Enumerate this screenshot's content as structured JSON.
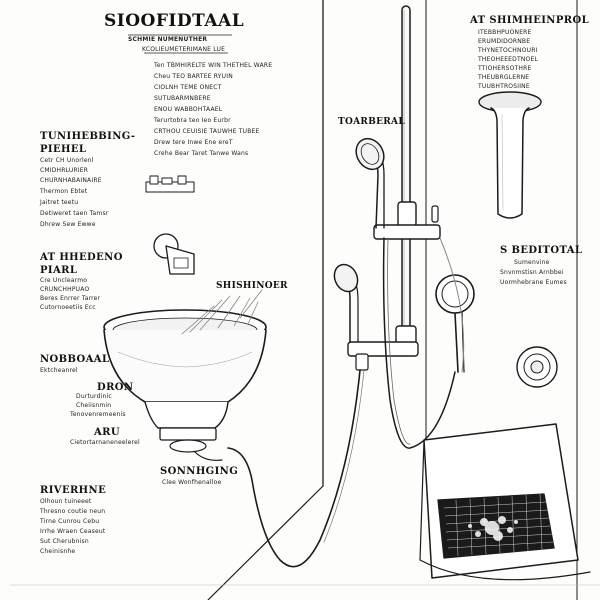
{
  "title": "SIOOFIDTAAL",
  "subtitle": "SCHMIE NUMENUTHER",
  "subline": "KCOLIEUMETERIMANE LUE",
  "top_notes": [
    "Ten TBMHIRELTE WIN THETHEL WARE",
    "Cheu TEO BARTEE RYUIN",
    "CIOLNH TEME ONECT",
    "SUTUBARMNBERE",
    "ENOU WABBOHTAAEL",
    "Terurtobra teo Ieo Eurbr",
    "CRTHOU CEUISIE TAUWHE TUBEE",
    "Drew tere Inwe Ene ereT",
    "Crehe Bear Taret Tanwe Wans"
  ],
  "section1": {
    "title": "TUNIHEBBING-",
    "subtitle": "PIEHEL",
    "lines": [
      "Cetr CH Unorlenl",
      "CMIDHRLURIER",
      "CHURNHABAINAIRE",
      "Thermon Ebtet",
      "Jaitret teetu",
      "Detiweret taen Tamsr",
      "Dhrew Sew Ewwe"
    ]
  },
  "section2": {
    "title": "AT HHEDENO",
    "subtitle": "PIARL",
    "lines": [
      "Cre Unclearmo",
      "CRUNCHHPUAO",
      "Beres Enrrer Tarrer",
      "Cutornoeetiis Ecc"
    ]
  },
  "section3": {
    "title": "NOBBOAAL",
    "lines": [
      "Ektcheanrel"
    ]
  },
  "section4": {
    "title": "DRON",
    "lines": [
      "Durturdinic",
      "Cheiisnmin",
      "Tenovenremeenis"
    ]
  },
  "section5": {
    "title": "ARU",
    "lines": [
      "Cietortarnaneneelerel"
    ]
  },
  "section6": {
    "title": "SONNHGING",
    "lines": [
      "Clee Wonfhenalloe"
    ]
  },
  "section7": {
    "title": "RIVERHNE",
    "lines": [
      "Olhoun tuineeet",
      "Thresno coutie neun",
      "Tirne Cunrou Cebu",
      "Irrhe Wraen Ceaseut",
      "Sut Cherubnisn",
      "Cheinisnhe"
    ]
  },
  "label_center": "SHISHINOER",
  "label_mid": "TOARBERAL",
  "right_title": "AT SHIMHEINPROL",
  "right_notes": [
    "ITEBBHPUONERE",
    "ERUMDIDORNBE",
    "THYNETOCHNOURI",
    "THEOHEEEDTNOEL",
    "TTIOHERSOTHRE",
    "THEUBRGLERNE",
    "TUUBHTROSIINE"
  ],
  "right_section": {
    "title": "S BEDITOTAL",
    "lines": [
      "Sumenvine",
      "Snvnmstisn Arnbbei",
      "Uormhebrane Eumes"
    ]
  }
}
